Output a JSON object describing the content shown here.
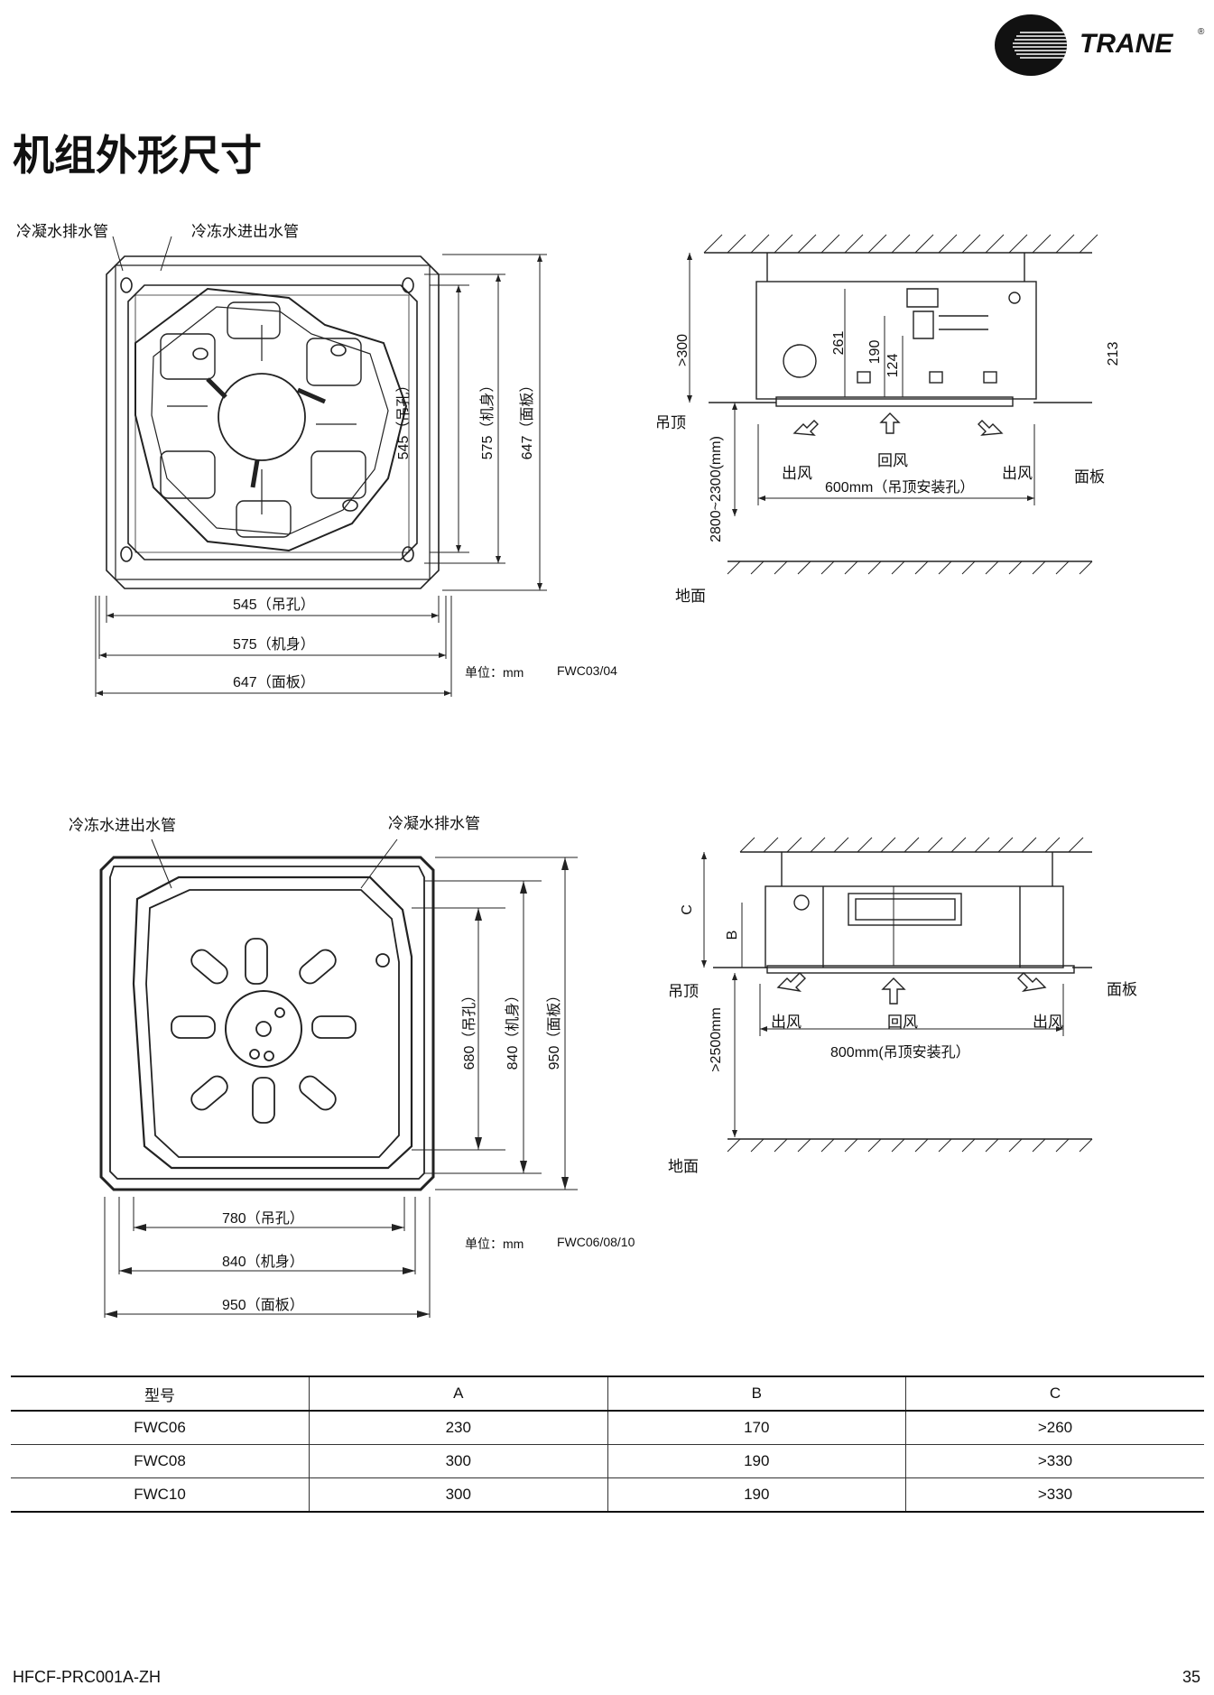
{
  "brand": {
    "name": "TRANE",
    "reg": "®"
  },
  "title": "机组外形尺寸",
  "diagram1": {
    "label_drain": "冷凝水排水管",
    "label_chilled": "冷冻水进出水管",
    "dim_h_545": "545（吊孔）",
    "dim_h_575": "575（机身）",
    "dim_h_647": "647（面板）",
    "dim_v_545": "545（吊孔）",
    "dim_v_575": "575（机身）",
    "dim_v_647": "647（面板）",
    "unit": "单位：mm",
    "model": "FWC03/04"
  },
  "side1": {
    "d300": ">300",
    "d261": "261",
    "d190": "190",
    "d124": "124",
    "d213": "213",
    "ceiling": "吊顶",
    "outlet_l": "出风",
    "return": "回风",
    "outlet_r": "出风",
    "panel": "面板",
    "hole": "600mm（吊顶安装孔）",
    "height": "2800~2300(mm)",
    "floor": "地面"
  },
  "diagram2": {
    "label_chilled": "冷冻水进出水管",
    "label_drain": "冷凝水排水管",
    "dim_h_780": "780（吊孔）",
    "dim_h_840": "840（机身）",
    "dim_h_950": "950（面板）",
    "dim_v_680": "680（吊孔）",
    "dim_v_840": "840（机身）",
    "dim_v_950": "950（面板）",
    "unit": "单位：mm",
    "model": "FWC06/08/10"
  },
  "side2": {
    "c": "C",
    "b": "B",
    "ceiling": "吊顶",
    "panel": "面板",
    "outlet_l": "出风",
    "return": "回风",
    "outlet_r": "出风",
    "hole": "800mm(吊顶安装孔）",
    "height": ">2500mm",
    "floor": "地面"
  },
  "table": {
    "headers": [
      "型号",
      "A",
      "B",
      "C"
    ],
    "rows": [
      [
        "FWC06",
        "230",
        "170",
        ">260"
      ],
      [
        "FWC08",
        "300",
        "190",
        ">330"
      ],
      [
        "FWC10",
        "300",
        "190",
        ">330"
      ]
    ]
  },
  "footer": {
    "doc_code": "HFCF-PRC001A-ZH",
    "page": "35"
  }
}
